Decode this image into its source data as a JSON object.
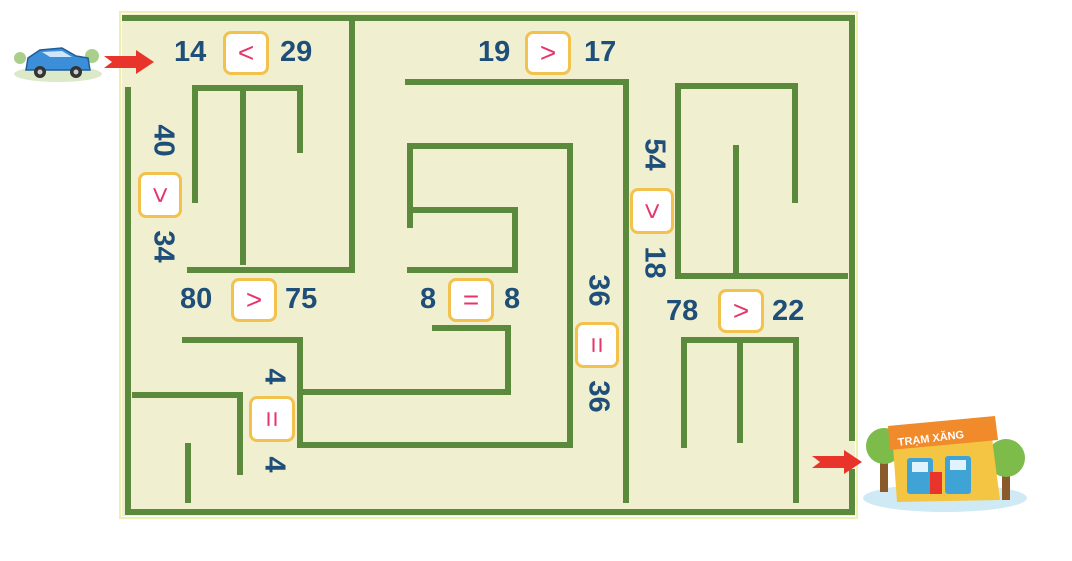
{
  "maze": {
    "wall_color": "#5c8a3c",
    "floor_color": "#f0f0d0",
    "sign_border_color": "#f2c14e",
    "sign_text_color": "#e8336b",
    "number_color": "#1f4e79"
  },
  "comparisons": [
    {
      "left": "14",
      "sign": "<",
      "right": "29"
    },
    {
      "left": "19",
      "sign": ">",
      "right": "17"
    },
    {
      "left": "40",
      "sign": ">",
      "right": "34"
    },
    {
      "left": "54",
      "sign": ">",
      "right": "18"
    },
    {
      "left": "80",
      "sign": ">",
      "right": "75"
    },
    {
      "left": "8",
      "sign": "=",
      "right": "8"
    },
    {
      "left": "36",
      "sign": "=",
      "right": "36"
    },
    {
      "left": "78",
      "sign": ">",
      "right": "22"
    },
    {
      "left": "4",
      "sign": "=",
      "right": "4"
    }
  ],
  "start": {
    "icon": "car-icon",
    "arrow": "arrow-right-icon"
  },
  "finish": {
    "label": "TRẠM XĂNG",
    "icon": "gas-station-icon",
    "arrow": "arrow-right-icon"
  }
}
